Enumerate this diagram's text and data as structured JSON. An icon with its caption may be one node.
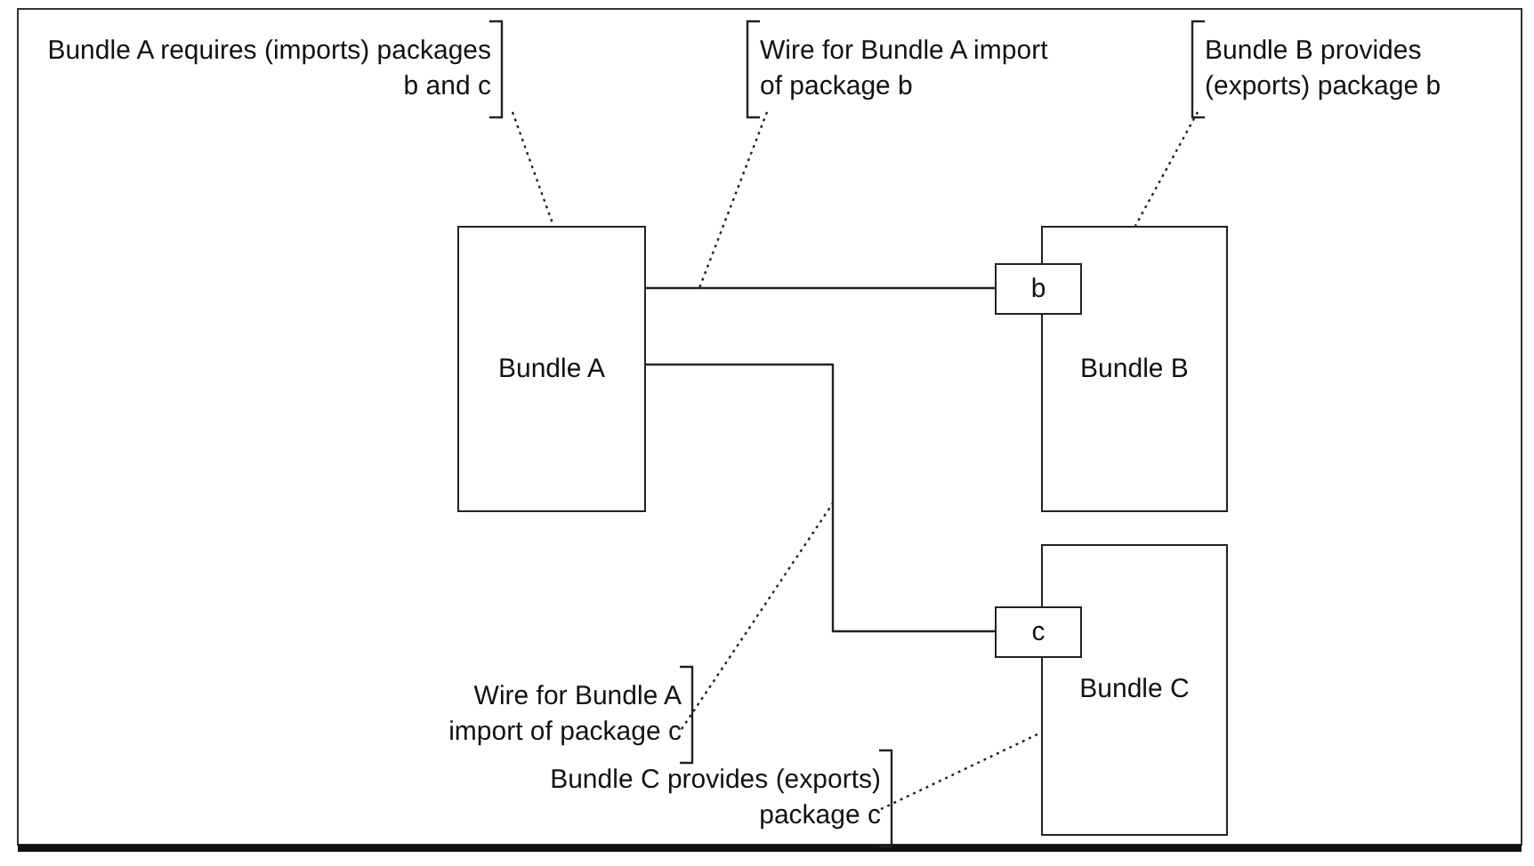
{
  "diagram": {
    "nodes": [
      {
        "text": [
          "Bundle A requires (imports) packages b and c"
        ]
      },
      {
        "text": [
          "Wire for Bundle A import of package b"
        ]
      },
      {
        "text": [
          "Bundle B provides (exports) package b"
        ]
      },
      {
        "text": [
          "Bundle A"
        ]
      },
      {
        "text": [
          "Bundle B"
        ]
      },
      {
        "text": [
          "b"
        ]
      },
      {
        "text": [
          "Wire for Bundle A import of package c"
        ]
      },
      {
        "text": [
          "Bundle C"
        ]
      },
      {
        "text": [
          "c"
        ]
      },
      {
        "text": [
          "Bundle C provides (exports) package c"
        ]
      }
    ],
    "edges": [
      {
        "from": 3,
        "to": 5,
        "arrow": "none"
      },
      {
        "from": 3,
        "to": 8,
        "arrow": "none"
      },
      {
        "from": 0,
        "to": 3,
        "arrow": "none",
        "style": "dashed"
      },
      {
        "from": 1,
        "to": null,
        "arrow": "none",
        "style": "dashed"
      },
      {
        "from": 2,
        "to": 4,
        "arrow": "none",
        "style": "dashed"
      },
      {
        "from": 6,
        "to": null,
        "arrow": "none",
        "style": "dashed"
      },
      {
        "from": 9,
        "to": 7,
        "arrow": "none",
        "style": "dashed"
      }
    ]
  }
}
